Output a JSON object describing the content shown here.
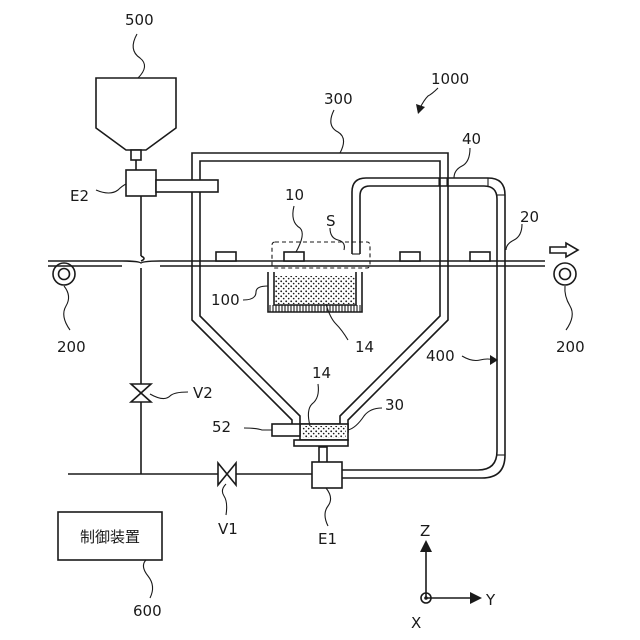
{
  "labels": {
    "apparatus": "1000",
    "hopper": "500",
    "chamber": "300",
    "pipe_top": "40",
    "target": "10",
    "region": "S",
    "film": "20",
    "holder": "100",
    "powder_upper": "14",
    "roller_left": "200",
    "roller_right": "200",
    "pipe_loop": "400",
    "powder_lower": "14",
    "container": "30",
    "port": "52",
    "valve_v2": "V2",
    "valve_v1": "V1",
    "unit_e2": "E2",
    "unit_e1": "E1",
    "controller": "600",
    "controller_text": "制御装置",
    "axis_z": "Z",
    "axis_y": "Y",
    "axis_x": "X"
  }
}
